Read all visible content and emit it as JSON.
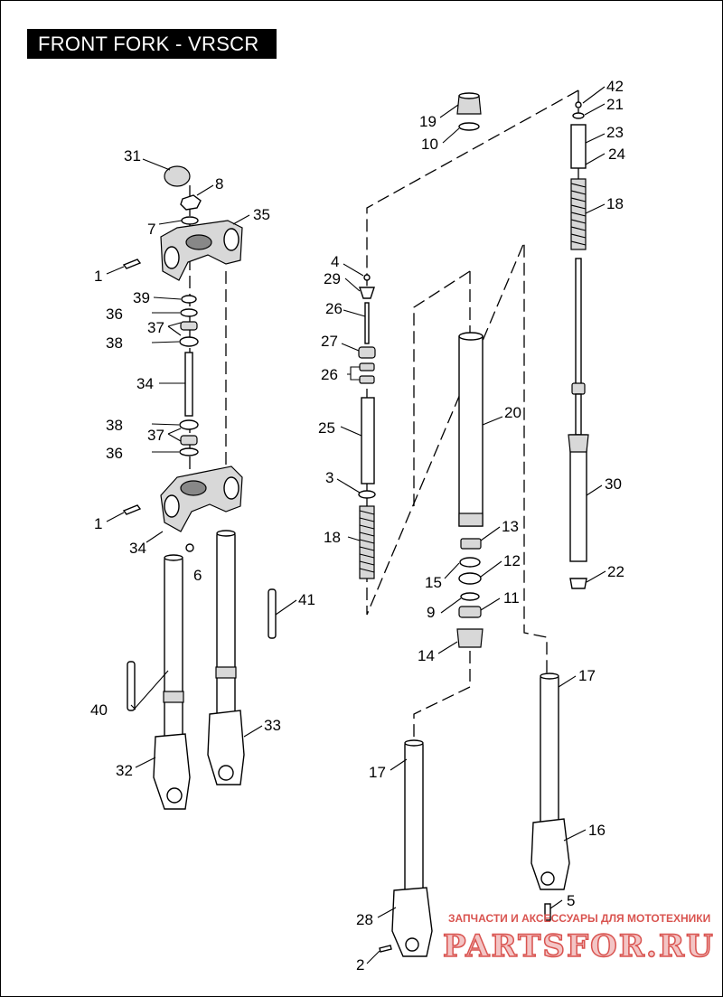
{
  "title": "FRONT FORK - VRSCR",
  "watermark": {
    "tagline": "ЗАПЧАСТИ И АКСЕССУАРЫ ДЛЯ МОТОТЕХНИКИ",
    "logo": "PARTSFOR.RU"
  },
  "labels": {
    "l1a": "1",
    "l1b": "1",
    "l2": "2",
    "l3": "3",
    "l4": "4",
    "l5": "5",
    "l6": "6",
    "l7": "7",
    "l8": "8",
    "l9": "9",
    "l10": "10",
    "l11": "11",
    "l12": "12",
    "l13": "13",
    "l14": "14",
    "l15": "15",
    "l16": "16",
    "l17a": "17",
    "l17b": "17",
    "l18a": "18",
    "l18b": "18",
    "l19": "19",
    "l20": "20",
    "l21": "21",
    "l22": "22",
    "l23": "23",
    "l24": "24",
    "l25": "25",
    "l26a": "26",
    "l26b": "26",
    "l27": "27",
    "l28": "28",
    "l29": "29",
    "l30": "30",
    "l31": "31",
    "l32": "32",
    "l33": "33",
    "l34a": "34",
    "l34b": "34",
    "l35": "35",
    "l36a": "36",
    "l36b": "36",
    "l37a": "37",
    "l37b": "37",
    "l38a": "38",
    "l38b": "38",
    "l39": "39",
    "l40": "40",
    "l41": "41",
    "l42": "42"
  }
}
